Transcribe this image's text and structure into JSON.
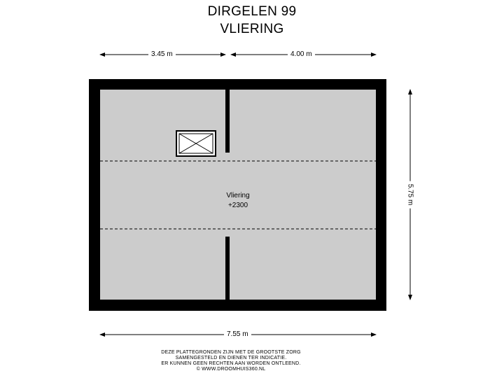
{
  "header": {
    "address": "DIRGELEN 99",
    "floor_name": "VLIERING"
  },
  "dimensions": {
    "top_left_width": "3.45 m",
    "top_right_width": "4.00 m",
    "right_depth": "5.75 m",
    "bottom_total_width": "7.55 m"
  },
  "room": {
    "name": "Vliering",
    "height": "+2300"
  },
  "disclaimer": {
    "line1": "DEZE PLATTEGRONDEN ZIJN MET DE GROOTSTE ZORG",
    "line2": "SAMENGESTELD EN DIENEN TER INDICATIE.",
    "line3": "ER KUNNEN GEEN RECHTEN AAN WORDEN ONTLEEND.",
    "line4": "© WWW.DROOMHUIS360.NL"
  },
  "colors": {
    "wall": "#000000",
    "floor": "#cccccc"
  }
}
